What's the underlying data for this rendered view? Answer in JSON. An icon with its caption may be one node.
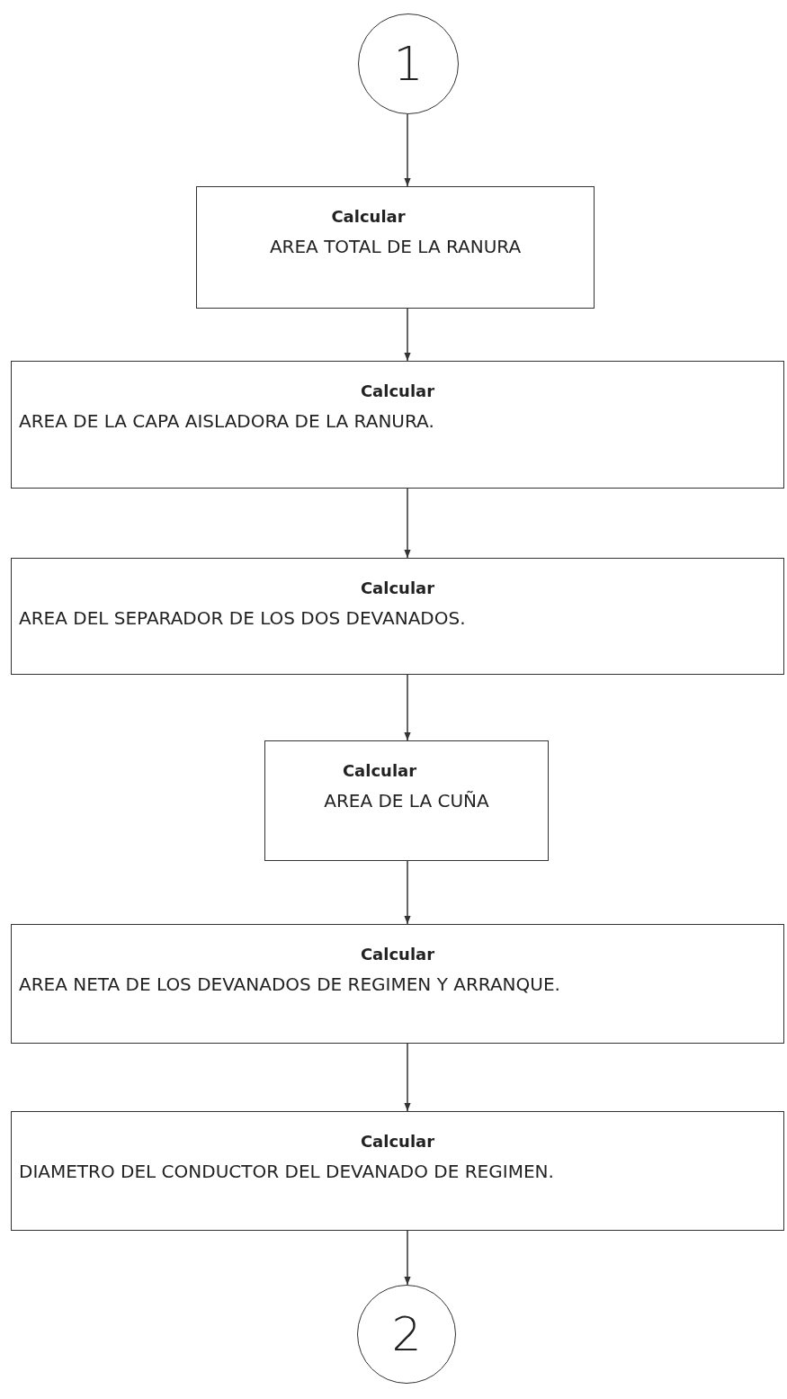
{
  "diagram": {
    "nodes": [
      {
        "text": [
          "1"
        ]
      },
      {
        "text": [
          "Calcular",
          "AREA TOTAL DE LA RANURA"
        ]
      },
      {
        "text": [
          "Calcular",
          "AREA DE LA CAPA AISLADORA DE LA RANURA."
        ]
      },
      {
        "text": [
          "Calcular",
          "AREA DEL SEPARADOR DE LOS DOS DEVANADOS."
        ]
      },
      {
        "text": [
          "Calcular",
          "AREA DE LA CUÑA"
        ]
      },
      {
        "text": [
          "Calcular",
          "AREA NETA DE LOS DEVANADOS DE REGIMEN Y ARRANQUE."
        ]
      },
      {
        "text": [
          "Calcular",
          "DIAMETRO DEL CONDUCTOR DEL DEVANADO DE REGIMEN."
        ]
      },
      {
        "text": [
          "2"
        ]
      }
    ],
    "edges": [
      {
        "from": 0,
        "to": 1,
        "arrow": "to"
      },
      {
        "from": 1,
        "to": 2,
        "arrow": "to"
      },
      {
        "from": 2,
        "to": 3,
        "arrow": "to"
      },
      {
        "from": 3,
        "to": 4,
        "arrow": "to"
      },
      {
        "from": 4,
        "to": 5,
        "arrow": "to"
      },
      {
        "from": 5,
        "to": 6,
        "arrow": "to"
      },
      {
        "from": 6,
        "to": 7,
        "arrow": "to"
      }
    ]
  }
}
